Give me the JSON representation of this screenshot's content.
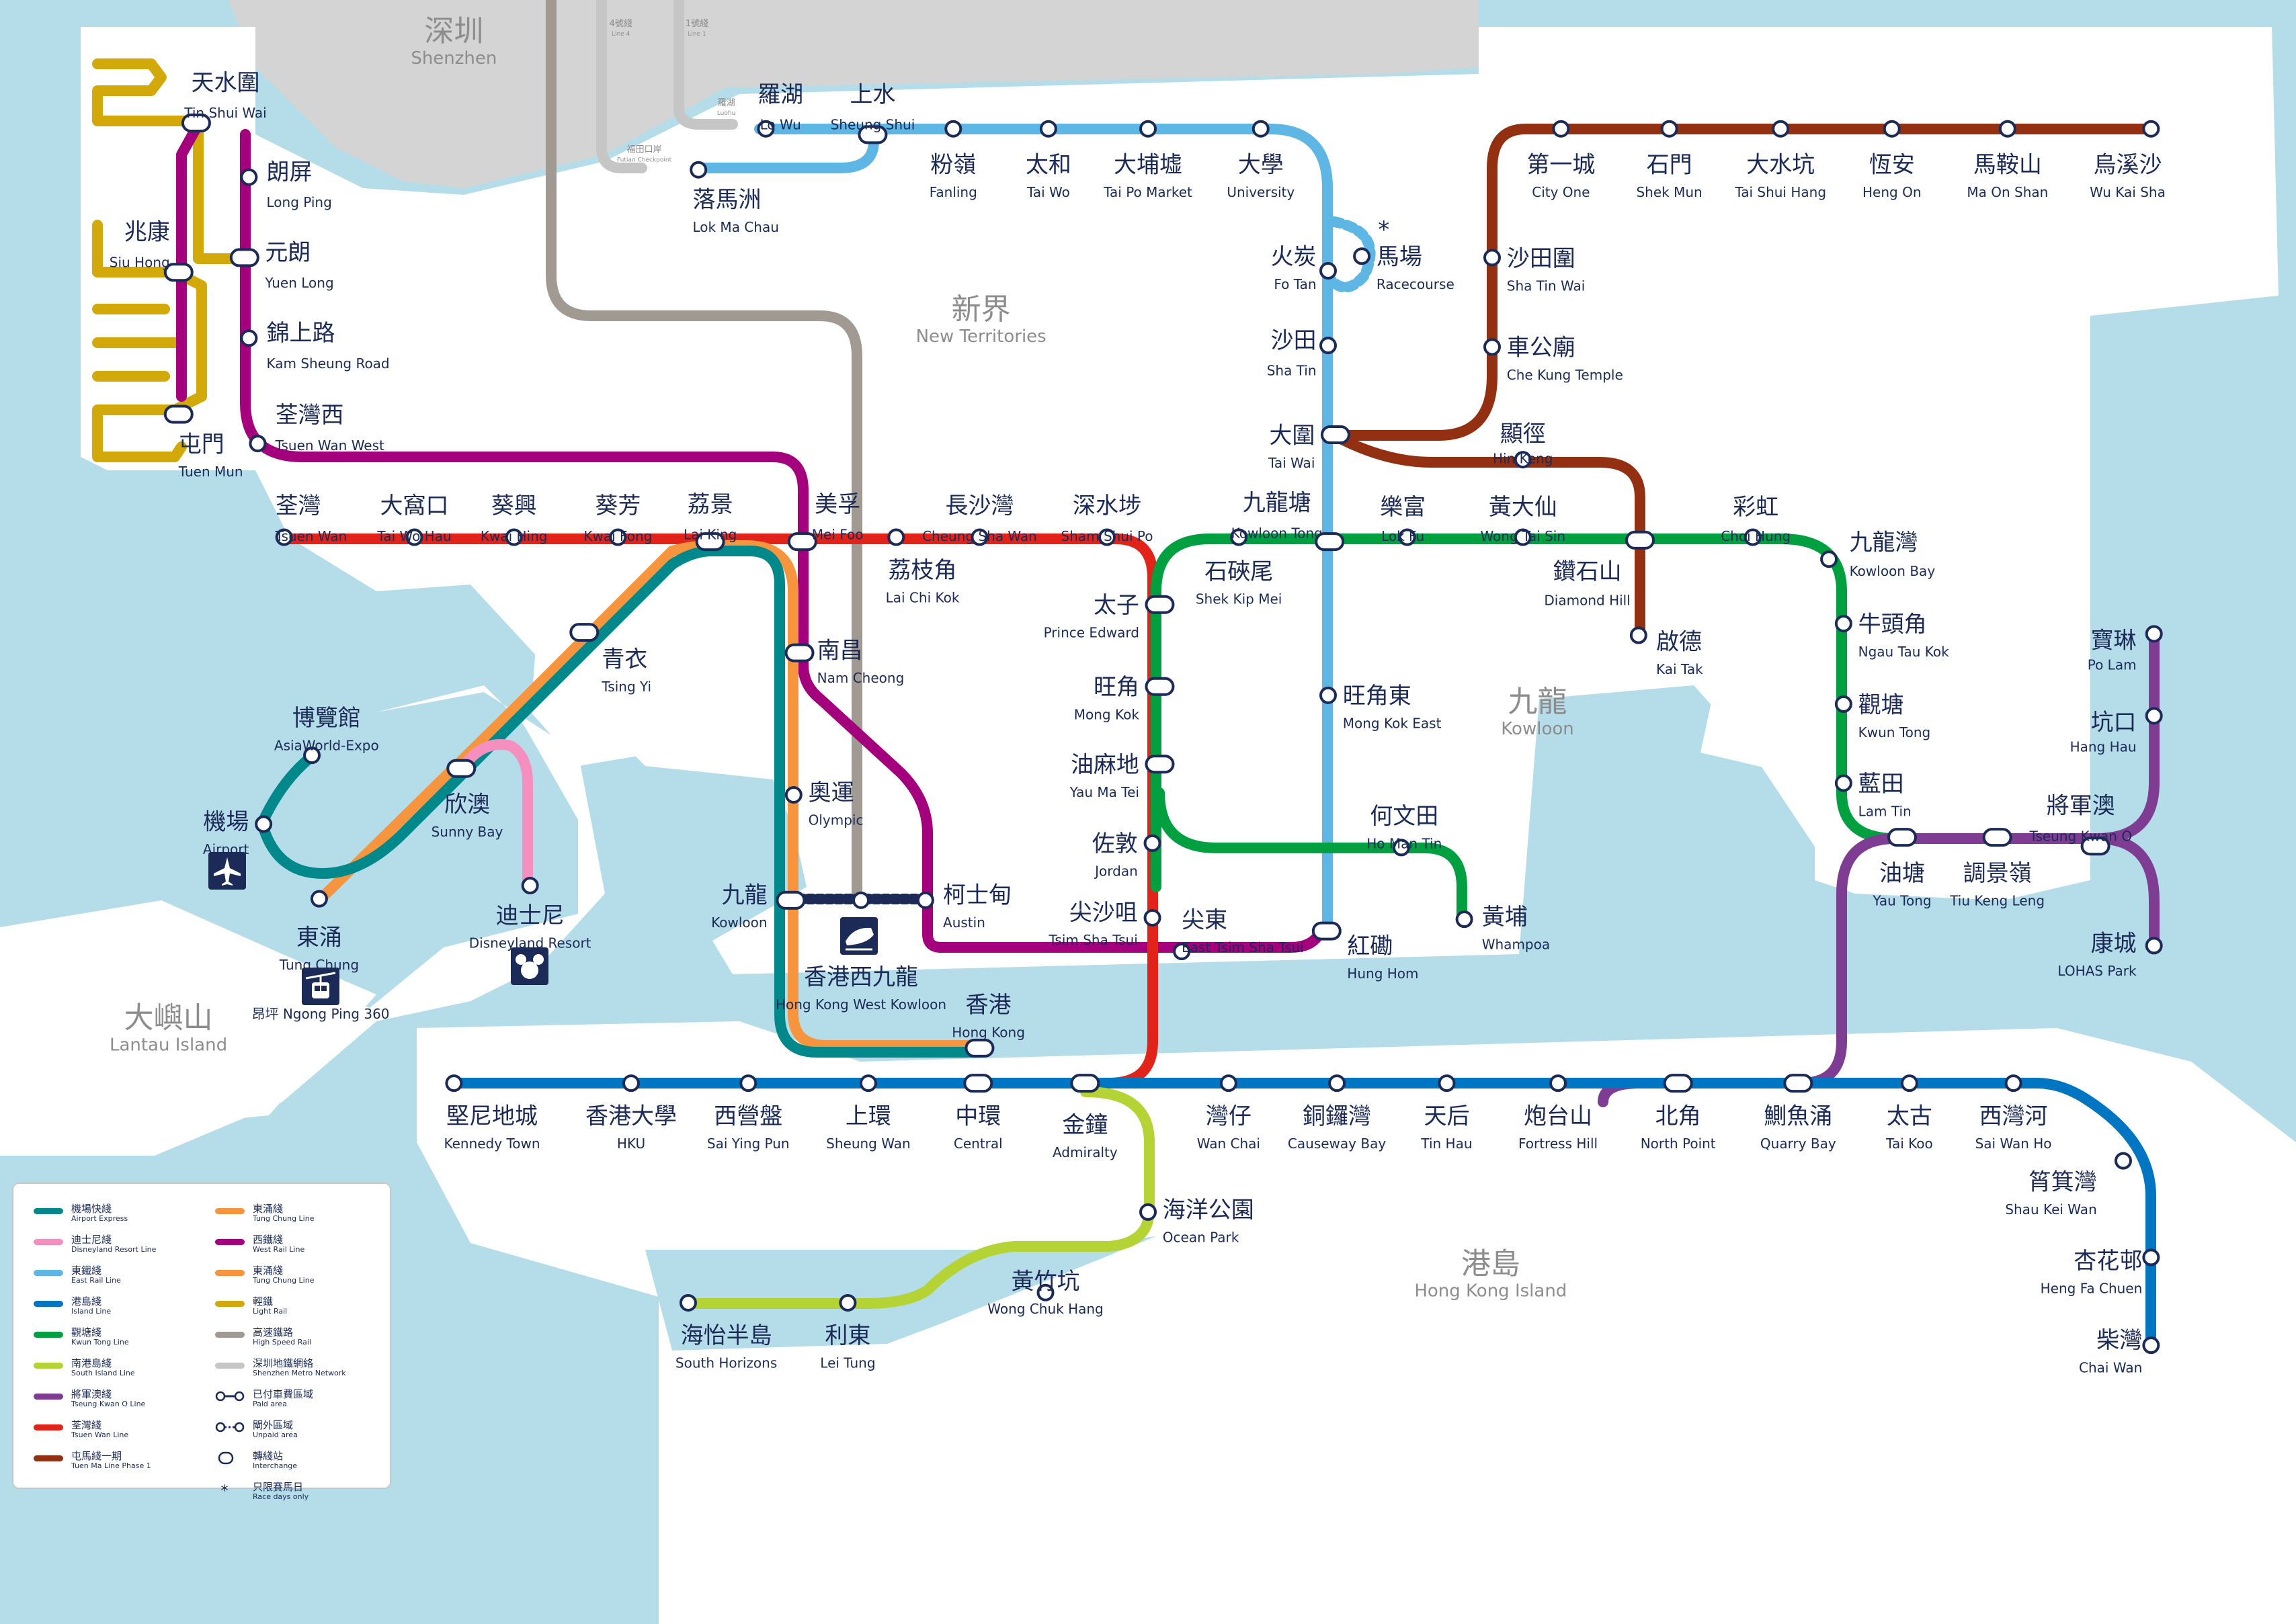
{
  "regions": [
    {
      "zh": "深圳",
      "en": "Shenzhen"
    },
    {
      "zh": "新界",
      "en": "New Territories"
    },
    {
      "zh": "九龍",
      "en": "Kowloon"
    },
    {
      "zh": "大嶼山",
      "en": "Lantau Island"
    },
    {
      "zh": "港島",
      "en": "Hong Kong Island"
    }
  ],
  "shenzhen_metro_labels": [
    {
      "zh": "4號綫",
      "en": "Line 4"
    },
    {
      "zh": "1號綫",
      "en": "Line 1"
    },
    {
      "zh": "羅湖",
      "en": "Luohu"
    },
    {
      "zh": "福田口岸",
      "en": "Futian Checkpoint"
    }
  ],
  "lines": [
    {
      "id": "AEL",
      "color": "#00888a"
    },
    {
      "id": "DRL",
      "color": "#f48fbf"
    },
    {
      "id": "EAL",
      "color": "#5eb6e4"
    },
    {
      "id": "ISL",
      "color": "#0075c2"
    },
    {
      "id": "KTL",
      "color": "#00a040"
    },
    {
      "id": "SIL",
      "color": "#b5d334"
    },
    {
      "id": "TKL",
      "color": "#7e3c93"
    },
    {
      "id": "TWL",
      "color": "#e2231a"
    },
    {
      "id": "TML",
      "color": "#923011"
    },
    {
      "id": "TCL",
      "color": "#f7943e"
    },
    {
      "id": "WRL",
      "color": "#a4007d"
    },
    {
      "id": "LRT",
      "color": "#d3a809"
    },
    {
      "id": "XRL",
      "color": "#a09a93"
    },
    {
      "id": "SZM",
      "color": "#c6c6c6"
    }
  ],
  "stations": [
    {
      "zh": "天水圍",
      "en": "Tin Shui Wai"
    },
    {
      "zh": "朗屏",
      "en": "Long Ping"
    },
    {
      "zh": "兆康",
      "en": "Siu Hong"
    },
    {
      "zh": "元朗",
      "en": "Yuen Long"
    },
    {
      "zh": "錦上路",
      "en": "Kam Sheung Road"
    },
    {
      "zh": "屯門",
      "en": "Tuen Mun"
    },
    {
      "zh": "荃灣西",
      "en": "Tsuen Wan West"
    },
    {
      "zh": "羅湖",
      "en": "Lo Wu"
    },
    {
      "zh": "上水",
      "en": "Sheung Shui"
    },
    {
      "zh": "落馬洲",
      "en": "Lok Ma Chau"
    },
    {
      "zh": "粉嶺",
      "en": "Fanling"
    },
    {
      "zh": "太和",
      "en": "Tai Wo"
    },
    {
      "zh": "大埔墟",
      "en": "Tai Po Market"
    },
    {
      "zh": "大學",
      "en": "University"
    },
    {
      "zh": "火炭",
      "en": "Fo Tan"
    },
    {
      "zh": "馬場",
      "en": "Racecourse"
    },
    {
      "zh": "沙田",
      "en": "Sha Tin"
    },
    {
      "zh": "大圍",
      "en": "Tai Wai"
    },
    {
      "zh": "第一城",
      "en": "City One"
    },
    {
      "zh": "石門",
      "en": "Shek Mun"
    },
    {
      "zh": "大水坑",
      "en": "Tai Shui Hang"
    },
    {
      "zh": "恆安",
      "en": "Heng On"
    },
    {
      "zh": "馬鞍山",
      "en": "Ma On Shan"
    },
    {
      "zh": "烏溪沙",
      "en": "Wu Kai Sha"
    },
    {
      "zh": "沙田圍",
      "en": "Sha Tin Wai"
    },
    {
      "zh": "車公廟",
      "en": "Che Kung Temple"
    },
    {
      "zh": "顯徑",
      "en": "Hin Keng"
    },
    {
      "zh": "荃灣",
      "en": "Tsuen Wan"
    },
    {
      "zh": "大窩口",
      "en": "Tai Wo Hau"
    },
    {
      "zh": "葵興",
      "en": "Kwai Hing"
    },
    {
      "zh": "葵芳",
      "en": "Kwai Fong"
    },
    {
      "zh": "荔景",
      "en": "Lai King"
    },
    {
      "zh": "美孚",
      "en": "Mei Foo"
    },
    {
      "zh": "長沙灣",
      "en": "Cheung Sha Wan"
    },
    {
      "zh": "深水埗",
      "en": "Sham Shui Po"
    },
    {
      "zh": "荔枝角",
      "en": "Lai Chi Kok"
    },
    {
      "zh": "九龍塘",
      "en": "Kowloon Tong"
    },
    {
      "zh": "石硤尾",
      "en": "Shek Kip Mei"
    },
    {
      "zh": "樂富",
      "en": "Lok Fu"
    },
    {
      "zh": "黃大仙",
      "en": "Wong Tai Sin"
    },
    {
      "zh": "鑽石山",
      "en": "Diamond Hill"
    },
    {
      "zh": "彩虹",
      "en": "Choi Hung"
    },
    {
      "zh": "九龍灣",
      "en": "Kowloon Bay"
    },
    {
      "zh": "啟德",
      "en": "Kai Tak"
    },
    {
      "zh": "牛頭角",
      "en": "Ngau Tau Kok"
    },
    {
      "zh": "觀塘",
      "en": "Kwun Tong"
    },
    {
      "zh": "藍田",
      "en": "Lam Tin"
    },
    {
      "zh": "油塘",
      "en": "Yau Tong"
    },
    {
      "zh": "調景嶺",
      "en": "Tiu Keng Leng"
    },
    {
      "zh": "將軍澳",
      "en": "Tseung Kwan O"
    },
    {
      "zh": "寶琳",
      "en": "Po Lam"
    },
    {
      "zh": "坑口",
      "en": "Hang Hau"
    },
    {
      "zh": "康城",
      "en": "LOHAS Park"
    },
    {
      "zh": "太子",
      "en": "Prince Edward"
    },
    {
      "zh": "旺角",
      "en": "Mong Kok"
    },
    {
      "zh": "油麻地",
      "en": "Yau Ma Tei"
    },
    {
      "zh": "佐敦",
      "en": "Jordan"
    },
    {
      "zh": "尖沙咀",
      "en": "Tsim Sha Tsui"
    },
    {
      "zh": "尖東",
      "en": "East Tsim Sha Tsui"
    },
    {
      "zh": "旺角東",
      "en": "Mong Kok East"
    },
    {
      "zh": "何文田",
      "en": "Ho Man Tin"
    },
    {
      "zh": "黃埔",
      "en": "Whampoa"
    },
    {
      "zh": "紅磡",
      "en": "Hung Hom"
    },
    {
      "zh": "南昌",
      "en": "Nam Cheong"
    },
    {
      "zh": "奧運",
      "en": "Olympic"
    },
    {
      "zh": "九龍",
      "en": "Kowloon"
    },
    {
      "zh": "柯士甸",
      "en": "Austin"
    },
    {
      "zh": "香港西九龍",
      "en": "Hong Kong West Kowloon"
    },
    {
      "zh": "青衣",
      "en": "Tsing Yi"
    },
    {
      "zh": "博覽館",
      "en": "AsiaWorld-Expo"
    },
    {
      "zh": "機場",
      "en": "Airport"
    },
    {
      "zh": "欣澳",
      "en": "Sunny Bay"
    },
    {
      "zh": "迪士尼",
      "en": "Disneyland Resort"
    },
    {
      "zh": "東涌",
      "en": "Tung Chung"
    },
    {
      "zh": "香港",
      "en": "Hong Kong"
    },
    {
      "zh": "堅尼地城",
      "en": "Kennedy Town"
    },
    {
      "zh": "香港大學",
      "en": "HKU"
    },
    {
      "zh": "西營盤",
      "en": "Sai Ying Pun"
    },
    {
      "zh": "上環",
      "en": "Sheung Wan"
    },
    {
      "zh": "中環",
      "en": "Central"
    },
    {
      "zh": "金鐘",
      "en": "Admiralty"
    },
    {
      "zh": "灣仔",
      "en": "Wan Chai"
    },
    {
      "zh": "銅鑼灣",
      "en": "Causeway Bay"
    },
    {
      "zh": "天后",
      "en": "Tin Hau"
    },
    {
      "zh": "炮台山",
      "en": "Fortress Hill"
    },
    {
      "zh": "北角",
      "en": "North Point"
    },
    {
      "zh": "鰂魚涌",
      "en": "Quarry Bay"
    },
    {
      "zh": "太古",
      "en": "Tai Koo"
    },
    {
      "zh": "西灣河",
      "en": "Sai Wan Ho"
    },
    {
      "zh": "筲箕灣",
      "en": "Shau Kei Wan"
    },
    {
      "zh": "杏花邨",
      "en": "Heng Fa Chuen"
    },
    {
      "zh": "柴灣",
      "en": "Chai Wan"
    },
    {
      "zh": "海洋公園",
      "en": "Ocean Park"
    },
    {
      "zh": "黃竹坑",
      "en": "Wong Chuk Hang"
    },
    {
      "zh": "利東",
      "en": "Lei Tung"
    },
    {
      "zh": "海怡半島",
      "en": "South Horizons"
    }
  ],
  "poi_labels": [
    {
      "zh": "昂坪",
      "en": "Ngong Ping 360"
    }
  ],
  "legend": {
    "lines": [
      {
        "zh": "機場快綫",
        "en": "Airport Express",
        "color": "#00888a"
      },
      {
        "zh": "迪士尼綫",
        "en": "Disneyland Resort Line",
        "color": "#f48fbf"
      },
      {
        "zh": "東鐵綫",
        "en": "East Rail Line",
        "color": "#5eb6e4"
      },
      {
        "zh": "港島綫",
        "en": "Island Line",
        "color": "#0075c2"
      },
      {
        "zh": "觀塘綫",
        "en": "Kwun Tong Line",
        "color": "#00a040"
      },
      {
        "zh": "南港島綫",
        "en": "South Island Line",
        "color": "#b5d334"
      },
      {
        "zh": "將軍澳綫",
        "en": "Tseung Kwan O Line",
        "color": "#7e3c93"
      },
      {
        "zh": "荃灣綫",
        "en": "Tsuen Wan Line",
        "color": "#e2231a"
      },
      {
        "zh": "屯馬綫一期",
        "en": "Tuen Ma Line Phase 1",
        "color": "#923011"
      },
      {
        "zh": "東涌綫",
        "en": "Tung Chung Line",
        "color": "#f7943e"
      },
      {
        "zh": "西鐵綫",
        "en": "West Rail Line",
        "color": "#a4007d"
      },
      {
        "zh": "東涌綫",
        "en": "Tung Chung Line",
        "color": "#f7943e"
      },
      {
        "zh": "輕鐵",
        "en": "Light Rail",
        "color": "#d3a809"
      },
      {
        "zh": "高速鐵路",
        "en": "High Speed Rail",
        "color": "#a09a93"
      },
      {
        "zh": "深圳地鐵網絡",
        "en": "Shenzhen Metro Network",
        "color": "#c6c6c6"
      }
    ],
    "symbols": [
      {
        "zh": "已付車費區域",
        "en": "Paid area",
        "icon": "paid-area-connector"
      },
      {
        "zh": "閘外區域",
        "en": "Unpaid area",
        "icon": "unpaid-area-connector"
      },
      {
        "zh": "轉綫站",
        "en": "Interchange",
        "icon": "interchange-symbol"
      },
      {
        "zh": "只限賽馬日",
        "en": "Race days only",
        "icon": "asterisk"
      }
    ]
  }
}
